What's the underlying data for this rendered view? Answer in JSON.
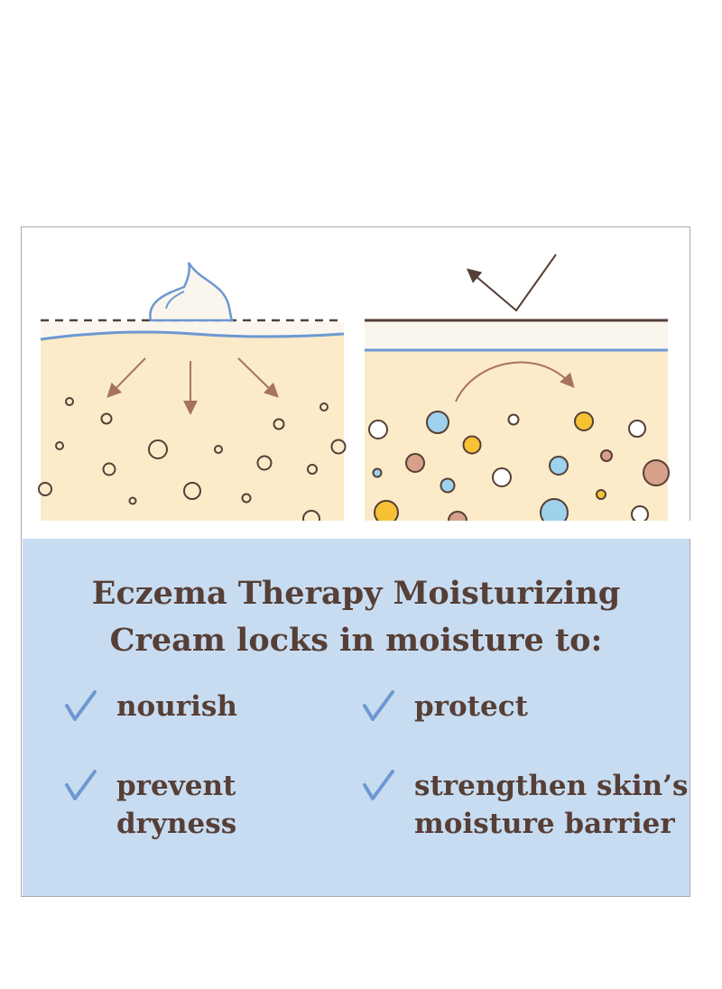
{
  "colors": {
    "skin_fill": "#fbebc9",
    "top_layer_fill": "#fbf6ed",
    "blue_line": "#6d98d1",
    "bottom_panel": "#c8dcf1",
    "text_brown": "#563f36",
    "arrow_brown": "#a7735f",
    "bubble_blue": "#9ed1ec",
    "bubble_yellow": "#f6c234",
    "bubble_terracotta": "#d7a08a"
  },
  "icons": {
    "cream_dollop": "cream-dollop-icon",
    "reflect_arrow": "deflect-arrow-icon",
    "check": "check-icon"
  },
  "headline": {
    "line1": "Eczema Therapy Moisturizing",
    "line2": "Cream locks in moisture to:"
  },
  "benefits": [
    {
      "line1": "nourish",
      "line2": ""
    },
    {
      "line1": "protect",
      "line2": ""
    },
    {
      "line1": "prevent",
      "line2": "dryness"
    },
    {
      "line1": "strengthen skin’s",
      "line2": "moisture barrier"
    }
  ]
}
